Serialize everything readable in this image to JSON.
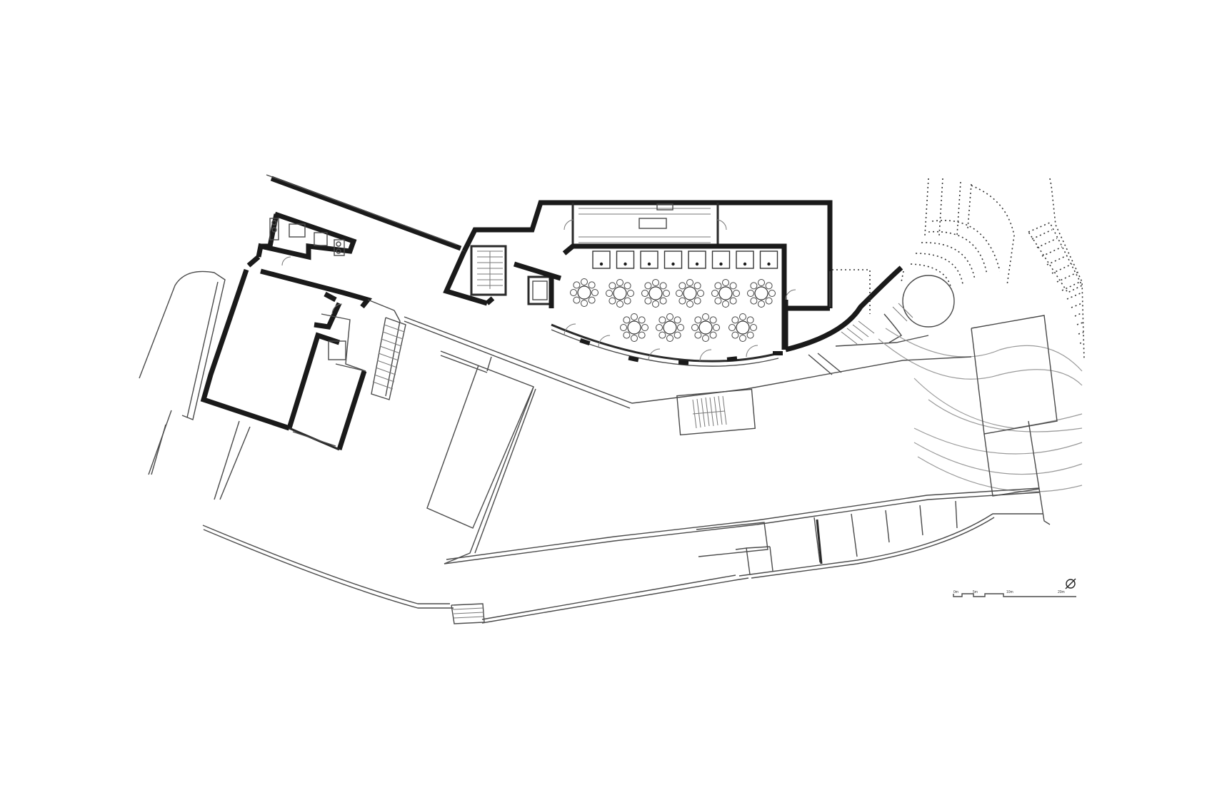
{
  "drawing": {
    "type": "architectural floor plan",
    "background": "#ffffff",
    "line_color": "#1a1a1a"
  },
  "dining_hall": {
    "round_tables": 10,
    "chairs_per_round_table": 8,
    "rect_tables": 8
  },
  "scale_bar": {
    "labels": [
      "0m",
      "5m",
      "10m",
      "20m"
    ]
  },
  "north_arrow": {
    "icon": "north-arrow-icon"
  }
}
